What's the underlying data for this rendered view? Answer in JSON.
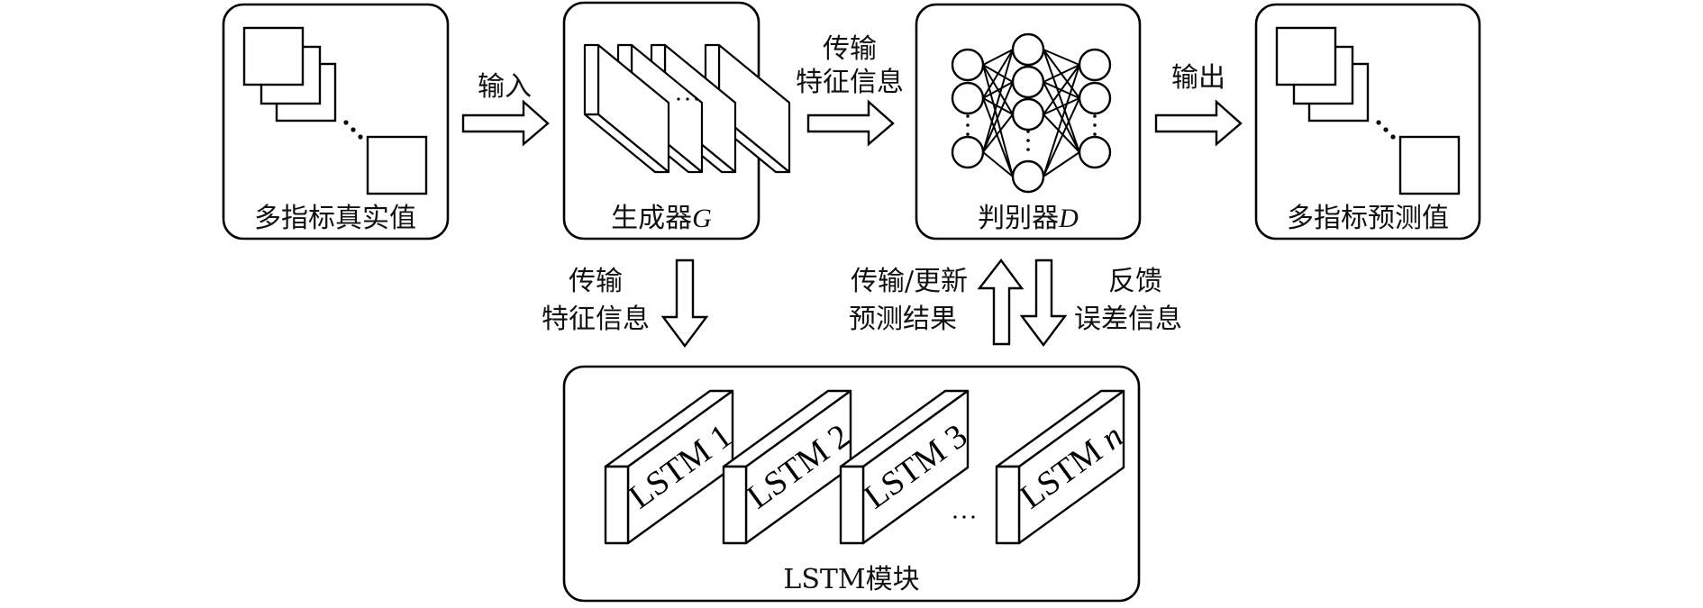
{
  "diagram": {
    "type": "GAN-LSTM prediction framework",
    "stroke_color": "#000000",
    "background_color": "#ffffff"
  },
  "nodes": {
    "real_values": {
      "label": "多指标真实值"
    },
    "generator": {
      "label": "生成器",
      "symbol": "G"
    },
    "discriminator": {
      "label": "判别器",
      "symbol": "D"
    },
    "predicted_values": {
      "label": "多指标预测值"
    },
    "lstm_module": {
      "label": "LSTM模块",
      "blocks": [
        {
          "label": "LSTM",
          "index": "1"
        },
        {
          "label": "LSTM",
          "index": "2"
        },
        {
          "label": "LSTM",
          "index": "3"
        },
        {
          "label": "LSTM",
          "index": "n"
        }
      ],
      "ellipsis": "…"
    }
  },
  "edges": {
    "input": {
      "label": "输入",
      "from": "real_values",
      "to": "generator"
    },
    "transfer_features_top": {
      "line1": "传输",
      "line2": "特征信息",
      "from": "generator",
      "to": "discriminator"
    },
    "output": {
      "label": "输出",
      "from": "discriminator",
      "to": "predicted_values"
    },
    "transfer_features_down": {
      "line1": "传输",
      "line2": "特征信息",
      "from": "generator",
      "to": "lstm_module"
    },
    "transfer_update": {
      "line1": "传输/更新",
      "line2": "预测结果",
      "from": "lstm_module",
      "to": "discriminator"
    },
    "feedback": {
      "line1": "反馈",
      "line2": "误差信息",
      "from": "discriminator",
      "to": "lstm_module"
    }
  },
  "generator_layers": {
    "count_shown": 4,
    "ellipsis": "…"
  },
  "discriminator_net": {
    "layers": [
      {
        "nodes_shown": 3,
        "ellipsis": "⋮"
      },
      {
        "nodes_shown": 4,
        "ellipsis": "⋮"
      },
      {
        "nodes_shown": 3,
        "ellipsis": "⋮"
      }
    ]
  }
}
